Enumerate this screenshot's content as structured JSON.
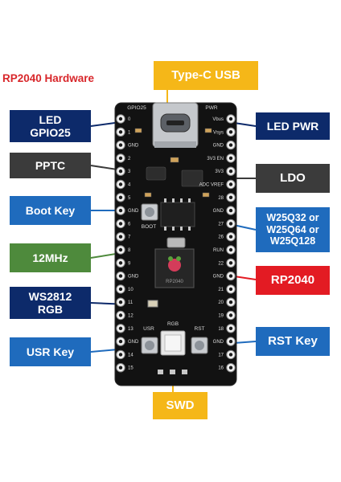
{
  "title": "RP2040 Hardware",
  "labels": {
    "type_c": "Type-C USB",
    "led_gpio": "LED\nGPIO25",
    "pptc": "PPTC",
    "boot_key": "Boot Key",
    "mhz": "12MHz",
    "ws2812": "WS2812\nRGB",
    "usr_key": "USR Key",
    "led_pwr": "LED PWR",
    "ldo": "LDO",
    "flash": "W25Q32 or\nW25Q64 or\nW25Q128",
    "rp2040": "RP2040",
    "rst_key": "RST Key",
    "swd": "SWD"
  },
  "silk": {
    "boot": "BOOT",
    "usr": "USR",
    "rst": "RST",
    "rgb": "RGB",
    "gpio25": "GPIO25",
    "pwr": "PWR",
    "chip": "RP2040"
  },
  "pins_left": [
    "0",
    "1",
    "GND",
    "2",
    "3",
    "4",
    "5",
    "GND",
    "6",
    "7",
    "8",
    "9",
    "GND",
    "10",
    "11",
    "12",
    "13",
    "GND",
    "14",
    "15"
  ],
  "pins_right": [
    "Vbus",
    "Vsys",
    "GND",
    "3V3 EN",
    "3V3",
    "ADC VREF",
    "28",
    "GND",
    "27",
    "26",
    "RUN",
    "22",
    "GND",
    "21",
    "20",
    "19",
    "18",
    "GND",
    "17",
    "16"
  ],
  "colors": {
    "navy": "#0d2a6a",
    "dark_gray": "#3b3b3b",
    "blue": "#1f6bbd",
    "green": "#4e8a3c",
    "red": "#e31b23",
    "yellow": "#f5b718"
  }
}
